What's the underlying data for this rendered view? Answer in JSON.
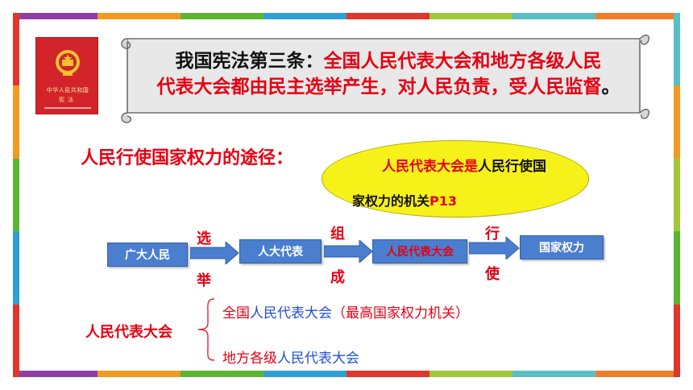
{
  "frame": {
    "colors": [
      "#8e3fa6",
      "#f39a1e",
      "#5cb531",
      "#2f9fd8",
      "#e2352b",
      "#a0c83a",
      "#58c0c4",
      "#f07e27"
    ]
  },
  "book": {
    "title": "中华人民共和国",
    "subtitle": "宪法",
    "cover_color": "#d2242a"
  },
  "scroll": {
    "lead": "我国宪法第三条：",
    "line1_red": "全国人民代表大会和地方各级人民",
    "line2_red": "代表大会都由民主选举产生，对人民负责，受人民监督",
    "line2_end": "。"
  },
  "heading": "人民行使国家权力的途径：",
  "ellipse": {
    "part1_red": "人民代表大会是",
    "part1_black": "人民行使国",
    "part2_black": "家权力的机关",
    "part2_red": "P13"
  },
  "flow": {
    "boxes": [
      "广大人民",
      "人大代表",
      "人民代表大会",
      "国家权力"
    ],
    "arrow_labels": [
      {
        "top": "选",
        "bottom": "举"
      },
      {
        "top": "组",
        "bottom": "成"
      },
      {
        "top": "行",
        "bottom": "使"
      }
    ]
  },
  "bracket": {
    "label": "人民代表大会",
    "item1": {
      "prefix": "全国",
      "highlight": "人民代表大会",
      "suffix": "（最高国家权力机关）"
    },
    "item2": {
      "prefix": "地方各级",
      "highlight": "人民代表大会"
    }
  },
  "colors": {
    "accent_red": "#e60012",
    "box_blue": "#4a7ecf",
    "ellipse_yellow": "#f7f11a",
    "highlight_blue": "#1f4fd8"
  }
}
